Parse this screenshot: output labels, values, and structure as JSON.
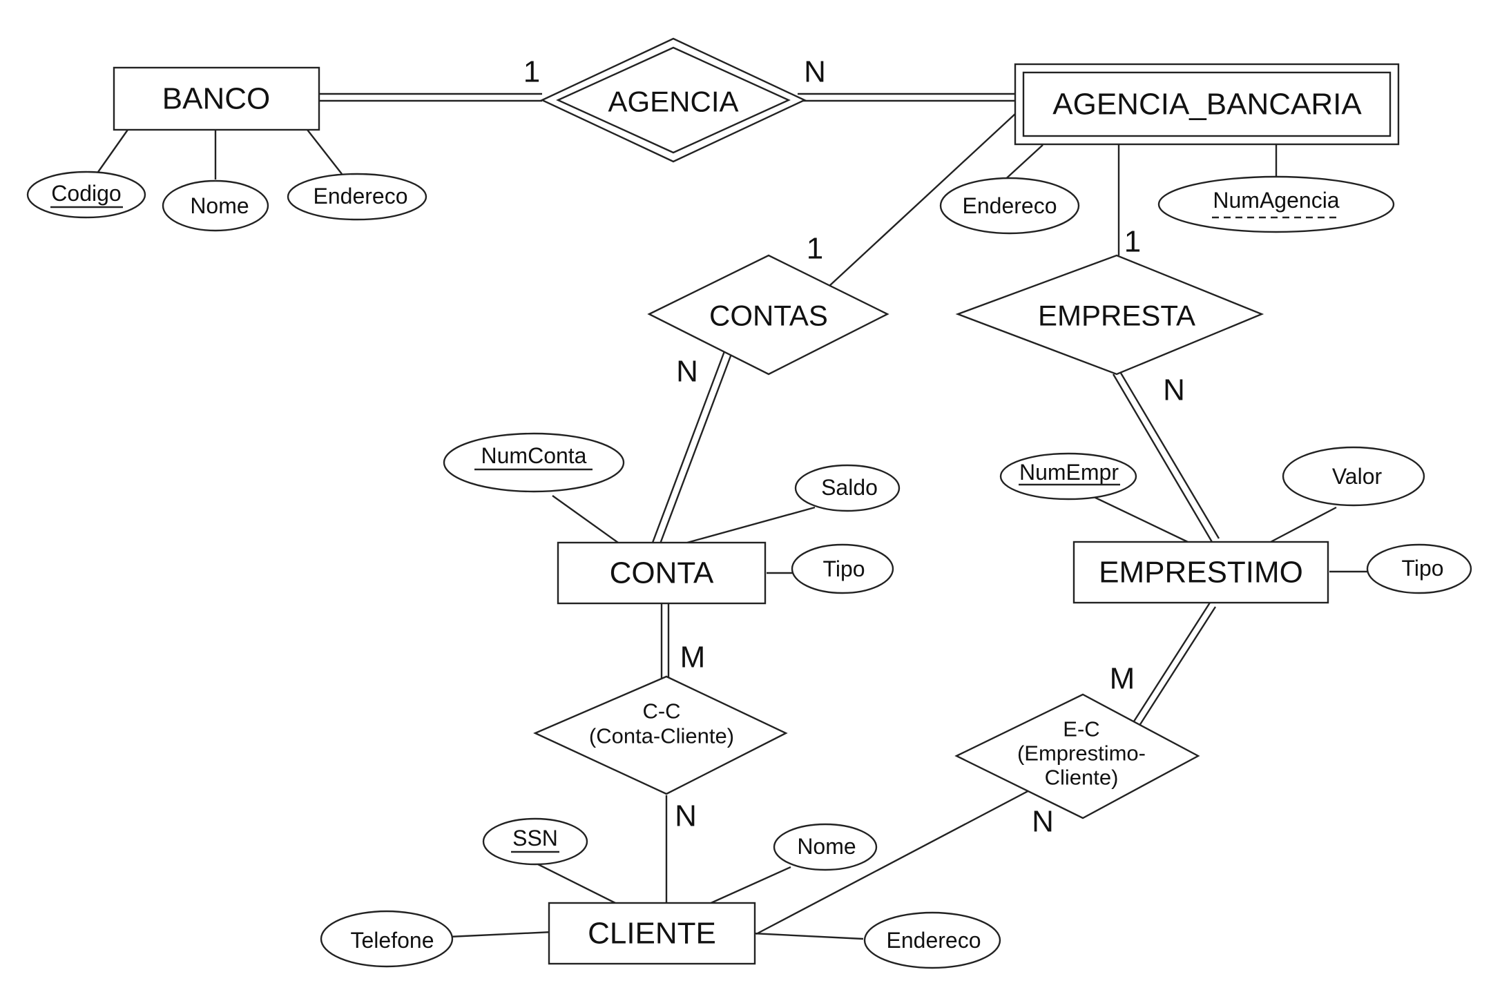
{
  "entities": {
    "banco": "BANCO",
    "agencia_bancaria": "AGENCIA_BANCARIA",
    "conta": "CONTA",
    "emprestimo": "EMPRESTIMO",
    "cliente": "CLIENTE"
  },
  "relationships": {
    "agencia": "AGENCIA",
    "contas": "CONTAS",
    "empresta": "EMPRESTA",
    "cc": {
      "line1": "C-C",
      "line2": "(Conta-Cliente)"
    },
    "ec": {
      "line1": "E-C",
      "line2": "(Emprestimo-",
      "line3": "Cliente)"
    }
  },
  "attributes": {
    "banco_codigo": "Codigo",
    "banco_nome": "Nome",
    "banco_endereco": "Endereco",
    "agencia_endereco": "Endereco",
    "agencia_numagencia": "NumAgencia",
    "conta_numconta": "NumConta",
    "conta_saldo": "Saldo",
    "conta_tipo": "Tipo",
    "emprestimo_numempr": "NumEmpr",
    "emprestimo_valor": "Valor",
    "emprestimo_tipo": "Tipo",
    "cliente_ssn": "SSN",
    "cliente_nome": "Nome",
    "cliente_telefone": "Telefone",
    "cliente_endereco": "Endereco"
  },
  "cardinalities": {
    "banco_agencia": "1",
    "agencia_agenciabancaria": "N",
    "agenciabancaria_contas": "1",
    "contas_conta": "N",
    "agenciabancaria_empresta": "1",
    "empresta_emprestimo": "N",
    "conta_cc": "M",
    "cc_cliente": "N",
    "emprestimo_ec": "M",
    "ec_cliente": "N"
  }
}
